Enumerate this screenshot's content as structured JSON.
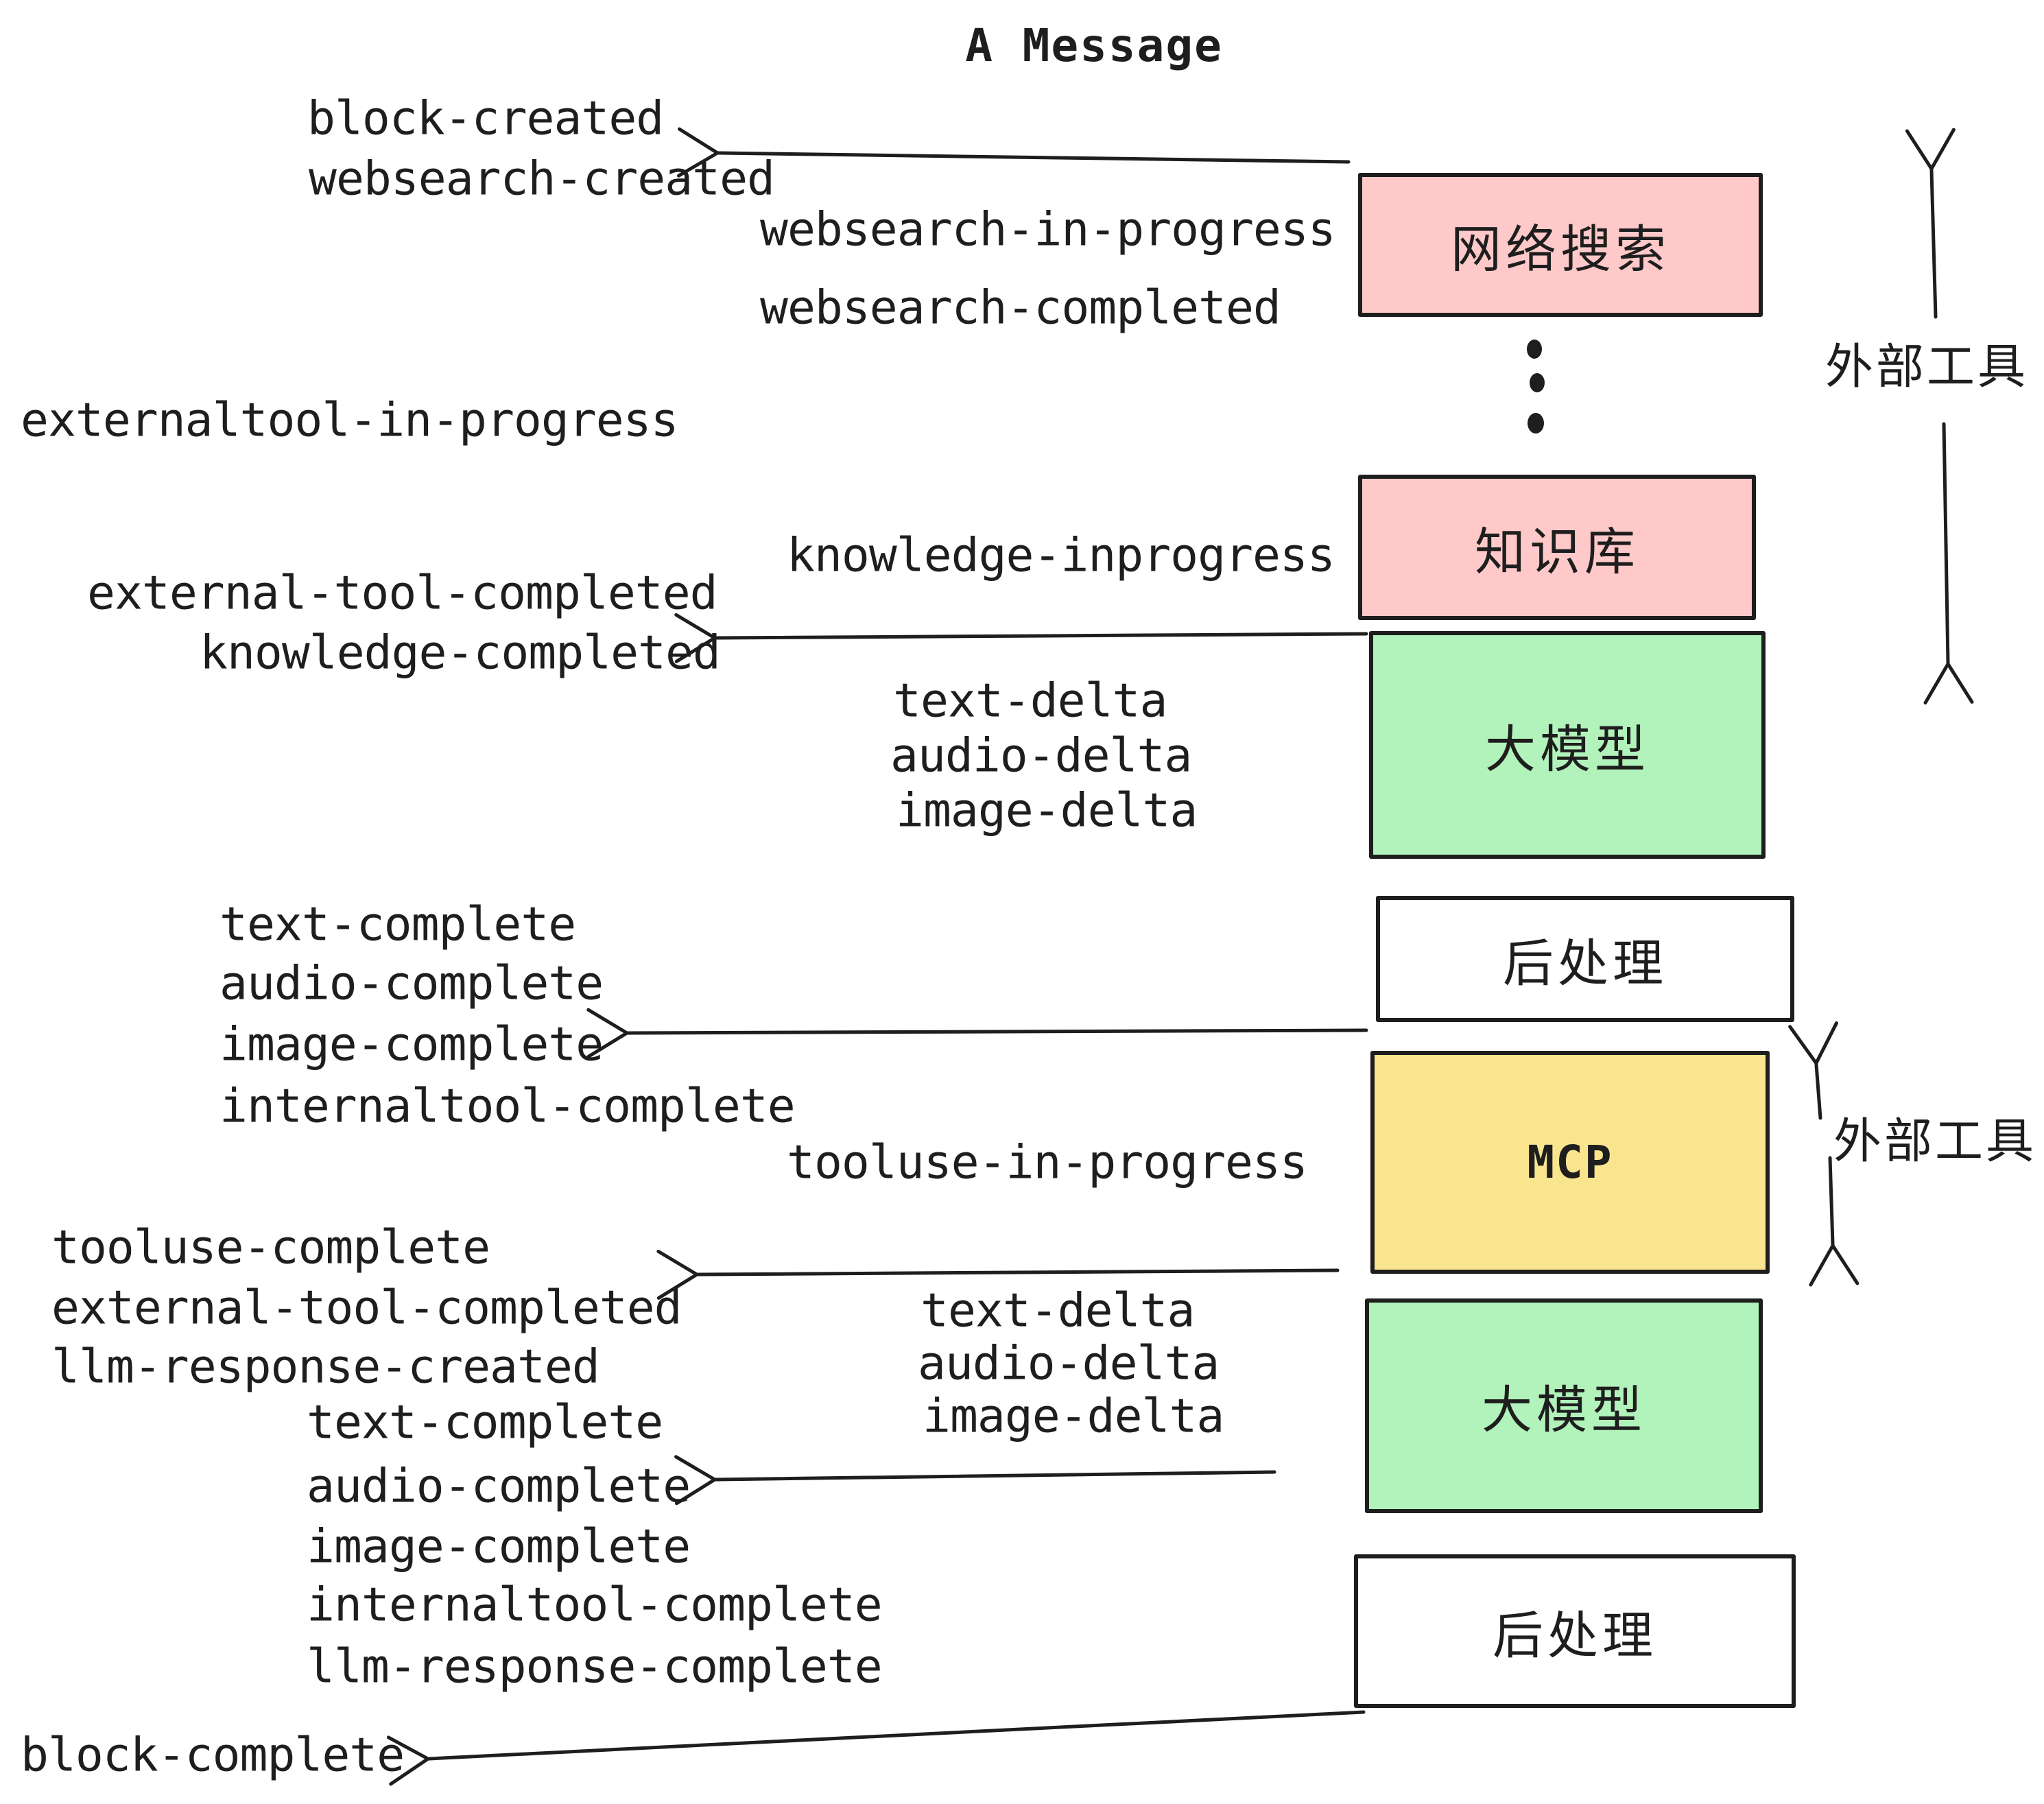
{
  "title": "A Message",
  "boxes": {
    "websearch": {
      "label": "网络搜索"
    },
    "knowledge": {
      "label": "知识库"
    },
    "llm1": {
      "label": "大模型"
    },
    "post1": {
      "label": "后处理"
    },
    "mcp": {
      "label": "MCP"
    },
    "llm2": {
      "label": "大模型"
    },
    "post2": {
      "label": "后处理"
    }
  },
  "side_labels": {
    "external_tools_top": "外部工具",
    "external_tools_mid": "外部工具"
  },
  "events": {
    "block_created": "block-created",
    "websearch_created": "websearch-created",
    "websearch_in_progress": "websearch-in-progress",
    "websearch_completed": "websearch-completed",
    "externaltool_in_progress": "externaltool-in-progress",
    "knowledge_inprogress": "knowledge-inprogress",
    "external_tool_completed_1": "external-tool-completed",
    "knowledge_completed": "knowledge-completed",
    "text_delta_1": "text-delta",
    "audio_delta_1": "audio-delta",
    "image_delta_1": "image-delta",
    "text_complete_1": "text-complete",
    "audio_complete_1": "audio-complete",
    "image_complete_1": "image-complete",
    "internaltool_complete_1": "internaltool-complete",
    "tooluse_in_progress": "tooluse-in-progress",
    "tooluse_complete": "tooluse-complete",
    "external_tool_completed_2": "external-tool-completed",
    "llm_response_created": "llm-response-created",
    "text_delta_2": "text-delta",
    "audio_delta_2": "audio-delta",
    "image_delta_2": "image-delta",
    "text_complete_2": "text-complete",
    "audio_complete_2": "audio-complete",
    "image_complete_2": "image-complete",
    "internaltool_complete_2": "internaltool-complete",
    "llm_response_complete": "llm-response-complete",
    "block_complete": "block-complete"
  },
  "colors": {
    "stroke": "#1e1e1e",
    "pink": "#ffc9c9",
    "green": "#b2f2bb",
    "yellow": "#fae58f",
    "background": "#ffffff"
  }
}
